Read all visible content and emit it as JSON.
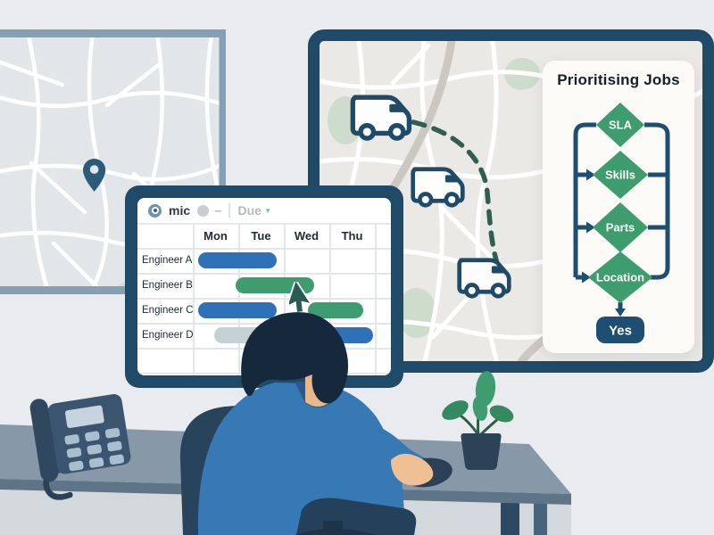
{
  "wall_map": {
    "pin_icon": "location-pin-icon"
  },
  "monitor": {
    "toolbar": {
      "logo_icon": "target-icon",
      "brand": "mic",
      "status_dot_icon": "dot-icon",
      "dash": "–",
      "filter": {
        "label": "Due",
        "caret": "▾",
        "caret_icon": "chevron-down-icon"
      }
    },
    "gantt": {
      "days": [
        "Mon",
        "Tue",
        "Wed",
        "Thu"
      ],
      "engineers": [
        "Engineer A",
        "Engineer B",
        "Engineer C",
        "Engineer D"
      ],
      "bars": [
        {
          "engineer": "Engineer A",
          "row": 0,
          "start_day": 0.12,
          "duration_days": 1.73,
          "color": "blue"
        },
        {
          "engineer": "Engineer B",
          "row": 1,
          "start_day": 0.94,
          "duration_days": 1.73,
          "color": "green"
        },
        {
          "engineer": "Engineer C",
          "row": 2,
          "start_day": 0.12,
          "duration_days": 1.73,
          "color": "blue"
        },
        {
          "engineer": "Engineer C",
          "row": 2,
          "start_day": 2.53,
          "duration_days": 1.22,
          "color": "green"
        },
        {
          "engineer": "Engineer D",
          "row": 3,
          "start_day": 0.47,
          "duration_days": 1.37,
          "color": "gray"
        },
        {
          "engineer": "Engineer D",
          "row": 3,
          "start_day": 2.76,
          "duration_days": 1.2,
          "color": "blue"
        }
      ],
      "bar_colors": {
        "blue": "#2E71B8",
        "green": "#3E9C6E",
        "gray": "#C5CFD6"
      },
      "cursor_icon": "mouse-cursor-icon"
    }
  },
  "board": {
    "map": {
      "van_icon": "delivery-van-icon",
      "van_count": 3,
      "route_style": "dashed"
    },
    "panel": {
      "title": "Prioritising Jobs",
      "steps": [
        "SLA",
        "Skills",
        "Parts",
        "Location"
      ],
      "result": "Yes"
    }
  },
  "desk": {
    "phone_icon": "desk-phone-icon",
    "plant_icon": "potted-plant-icon",
    "mouse_icon": "computer-mouse-icon"
  },
  "colors": {
    "navy": "#1F4A68",
    "flow_line": "#1F4E73",
    "green": "#3E9C6E",
    "bar_blue": "#2E71B8",
    "bar_gray": "#C5CFD6",
    "route_green": "#2F5F50",
    "shirt_blue": "#3779B5",
    "desk_top": "#8798A8",
    "wall": "#E9EBEE",
    "panel_bg": "#FBFAF7",
    "wall_map_bg": "#E3E6E9",
    "board_map_bg": "#EBE9E5",
    "pin": "#2B5B78"
  }
}
